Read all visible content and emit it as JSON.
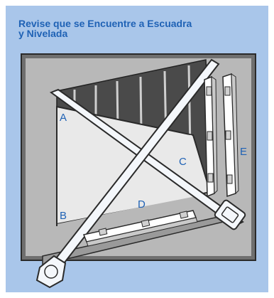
{
  "title": {
    "line1": "Revise que se Encuentre a Escuadra",
    "line2": "y Nivelada"
  },
  "labels": {
    "a": "A",
    "b": "B",
    "c": "C",
    "d": "D",
    "e": "E"
  },
  "colors": {
    "panel": "#a9c6ea",
    "accent": "#1f62b5",
    "frame": "#2a2a2a",
    "wall": "#e9e9e9",
    "tape": "#f4f7fb",
    "shadow": "#6f6f6f"
  }
}
